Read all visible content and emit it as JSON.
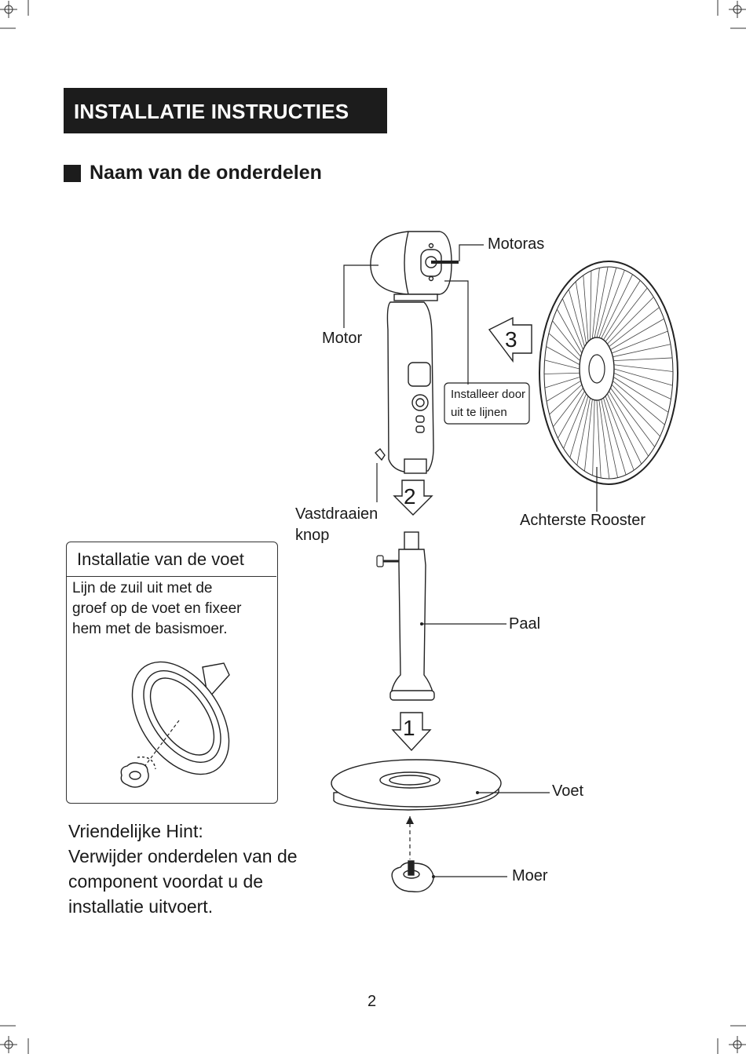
{
  "header": {
    "title": "INSTALLATIE INSTRUCTIES",
    "section_title": "Naam van de onderdelen"
  },
  "parts": {
    "motoras": "Motoras",
    "motor": "Motor",
    "step3": "3",
    "install_note": [
      "Installeer door",
      "uit te lijnen"
    ],
    "vastdraaien": [
      "Vastdraaien",
      "knop"
    ],
    "step2": "2",
    "achterste_rooster": "Achterste Rooster",
    "paal": "Paal",
    "step1": "1",
    "voet": "Voet",
    "moer": "Moer"
  },
  "base_box": {
    "title": "Installatie van de voet",
    "lines": [
      "Lijn de zuil uit met de",
      "groef op de voet en fixeer",
      "hem met de basismoer."
    ]
  },
  "hint": {
    "lines": [
      "Vriendelijke Hint:",
      "Verwijder onderdelen van de",
      "component voordat u de",
      "installatie uitvoert."
    ]
  },
  "page_number": "2"
}
